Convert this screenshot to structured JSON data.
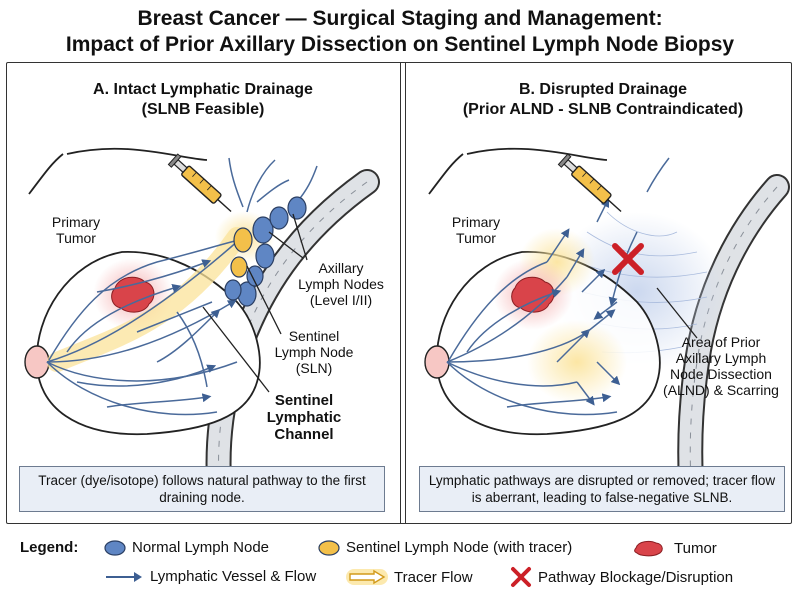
{
  "title": {
    "line1": "Breast Cancer — Surgical Staging and Management:",
    "line2": "Impact of Prior Axillary Dissection on Sentinel Lymph Node Biopsy"
  },
  "panel_a": {
    "heading1": "A. Intact Lymphatic Drainage",
    "heading2": "(SLNB Feasible)",
    "labels": {
      "primary_tumor": "Primary\nTumor",
      "axillary_nodes": "Axillary\nLymph Nodes\n(Level I/II)",
      "sentinel_node": "Sentinel\nLymph Node\n(SLN)",
      "sentinel_channel": "Sentinel\nLymphatic\nChannel"
    },
    "caption": "Tracer (dye/isotope) follows natural pathway to the first draining node."
  },
  "panel_b": {
    "heading1": "B. Disrupted Drainage",
    "heading2": "(Prior ALND - SLNB Contraindicated)",
    "labels": {
      "primary_tumor": "Primary\nTumor",
      "area_prior": "Area of Prior\nAxillary Lymph\nNode Dissection\n(ALND) & Scarring"
    },
    "caption": "Lymphatic pathways are disrupted or removed; tracer flow is aberrant, leading to false-negative SLNB."
  },
  "legend": {
    "title": "Legend:",
    "normal_node": "Normal Lymph Node",
    "sentinel_node": "Sentinel Lymph Node (with tracer)",
    "tumor": "Tumor",
    "vessel_flow": "Lymphatic Vessel & Flow",
    "tracer_flow": "Tracer Flow",
    "blockage": "Pathway Blockage/Disruption"
  },
  "colors": {
    "node_blue": "#5f86c4",
    "node_yellow": "#f3c04a",
    "tumor_red": "#d9444a",
    "vessel_blue": "#4a6a9a",
    "glow_yellow": "#fbe39a",
    "cross_red": "#cc2027",
    "caption_bg": "#e9eef6"
  }
}
